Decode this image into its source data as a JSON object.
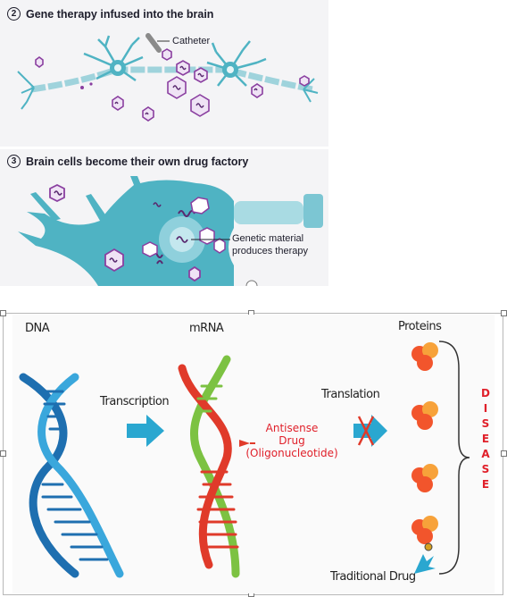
{
  "panel_gene_therapy": {
    "step_number": "2",
    "title": "Gene therapy infused into the brain",
    "catheter_label": "Catheter"
  },
  "panel_drug_factory": {
    "step_number": "3",
    "title": "Brain cells become their own drug factory",
    "genetic_label_line1": "Genetic material",
    "genetic_label_line2": "produces therapy"
  },
  "antisense_diagram": {
    "dna_label": "DNA",
    "mrna_label": "mRNA",
    "proteins_label": "Proteins",
    "transcription_label": "Transcription",
    "translation_label": "Translation",
    "antisense_line1": "Antisense",
    "antisense_line2": "Drug",
    "antisense_line3": "(Oligonucleotide)",
    "traditional_drug_label": "Traditional Drug",
    "disease_letters": [
      "D",
      "I",
      "S",
      "E",
      "A",
      "S",
      "E"
    ]
  },
  "colors": {
    "neuron_teal": "#4fb3c3",
    "virus_purple": "#8a3fa0",
    "dna_blue": "#1e7fc0",
    "mrna_green": "#7cc242",
    "mrna_red": "#e03a2a",
    "arrow_cyan": "#2aa7d0",
    "protein_orange": "#f2552c",
    "disease_red": "#e0202a"
  }
}
